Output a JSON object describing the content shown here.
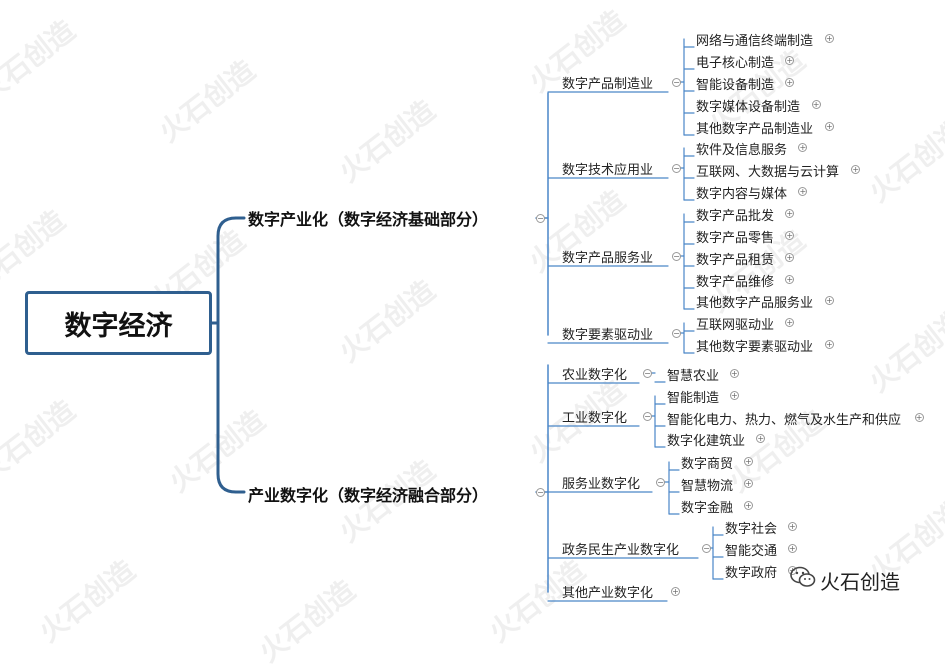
{
  "root": "数字经济",
  "branches": [
    {
      "label": "数字产业化（数字经济基础部分）",
      "children": [
        {
          "label": "数字产品制造业",
          "children": [
            "网络与通信终端制造",
            "电子核心制造",
            "智能设备制造",
            "数字媒体设备制造",
            "其他数字产品制造业"
          ]
        },
        {
          "label": "数字技术应用业",
          "children": [
            "软件及信息服务",
            "互联网、大数据与云计算",
            "数字内容与媒体"
          ]
        },
        {
          "label": "数字产品服务业",
          "children": [
            "数字产品批发",
            "数字产品零售",
            "数字产品租赁",
            "数字产品维修",
            "其他数字产品服务业"
          ]
        },
        {
          "label": "数字要素驱动业",
          "children": [
            "互联网驱动业",
            "其他数字要素驱动业"
          ]
        }
      ]
    },
    {
      "label": "产业数字化（数字经济融合部分）",
      "children": [
        {
          "label": "农业数字化",
          "children": [
            "智慧农业"
          ]
        },
        {
          "label": "工业数字化",
          "children": [
            "智能制造",
            "智能化电力、热力、燃气及水生产和供应",
            "数字化建筑业"
          ]
        },
        {
          "label": "服务业数字化",
          "children": [
            "数字商贸",
            "智慧物流",
            "数字金融"
          ]
        },
        {
          "label": "政务民生产业数字化",
          "children": [
            "数字社会",
            "智能交通",
            "数字政府"
          ]
        },
        {
          "label": "其他产业数字化",
          "children": []
        }
      ]
    }
  ],
  "watermark": "火石创造",
  "brand": "火石创造",
  "colors": {
    "root_border": "#2f5f8f",
    "line_dark": "#2f5f8f",
    "line_light": "#4a86c8"
  }
}
